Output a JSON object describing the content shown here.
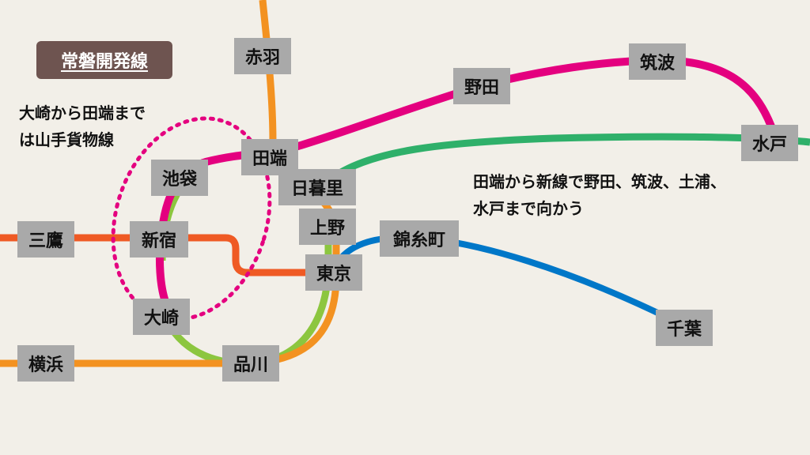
{
  "title": "常磐開発線",
  "notes": {
    "yamanote_freight": "大崎から田端まで\nは山手貨物線",
    "new_line": "田端から新線で野田、筑波、土浦、\n水戸まで向かう"
  },
  "stations": {
    "akabane": "赤羽",
    "tabata": "田端",
    "nippori": "日暮里",
    "ueno": "上野",
    "tokyo": "東京",
    "shinagawa": "品川",
    "ikebukuro": "池袋",
    "shinjuku": "新宿",
    "osaki": "大崎",
    "mitaka": "三鷹",
    "yokohama": "横浜",
    "kinshicho": "錦糸町",
    "chiba": "千葉",
    "noda": "野田",
    "tsukuba": "筑波",
    "mito": "水戸"
  },
  "line_colors": {
    "joban_new_line": "#e4007f",
    "tokaido_utsunomiya": "#f39221",
    "yamanote": "#8cc63f",
    "chuo": "#ef5a24",
    "joban": "#2fb06a",
    "sobu": "#0077c8",
    "dotted_highlight": "#e4007f"
  }
}
